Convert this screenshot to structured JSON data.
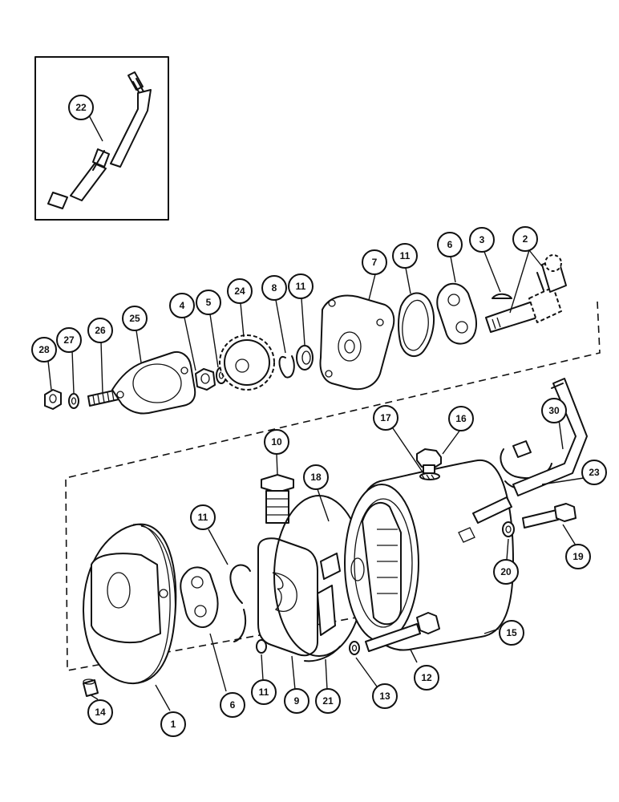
{
  "callouts": [
    {
      "id": "c22a",
      "label": "22"
    },
    {
      "id": "c28",
      "label": "28"
    },
    {
      "id": "c27",
      "label": "27"
    },
    {
      "id": "c26",
      "label": "26"
    },
    {
      "id": "c25",
      "label": "25"
    },
    {
      "id": "c4",
      "label": "4"
    },
    {
      "id": "c5",
      "label": "5"
    },
    {
      "id": "c24",
      "label": "24"
    },
    {
      "id": "c8",
      "label": "8"
    },
    {
      "id": "c11a",
      "label": "11"
    },
    {
      "id": "c7",
      "label": "7"
    },
    {
      "id": "c11b",
      "label": "11"
    },
    {
      "id": "c6a",
      "label": "6"
    },
    {
      "id": "c3",
      "label": "3"
    },
    {
      "id": "c2",
      "label": "2"
    },
    {
      "id": "c10",
      "label": "10"
    },
    {
      "id": "c18",
      "label": "18"
    },
    {
      "id": "c17",
      "label": "17"
    },
    {
      "id": "c16",
      "label": "16"
    },
    {
      "id": "c30",
      "label": "30"
    },
    {
      "id": "c23",
      "label": "23"
    },
    {
      "id": "c11c",
      "label": "11"
    },
    {
      "id": "c19",
      "label": "19"
    },
    {
      "id": "c20",
      "label": "20"
    },
    {
      "id": "c15",
      "label": "15"
    },
    {
      "id": "c12",
      "label": "12"
    },
    {
      "id": "c13",
      "label": "13"
    },
    {
      "id": "c21",
      "label": "21"
    },
    {
      "id": "c9",
      "label": "9"
    },
    {
      "id": "c11d",
      "label": "11"
    },
    {
      "id": "c6b",
      "label": "6"
    },
    {
      "id": "c1",
      "label": "1"
    },
    {
      "id": "c14",
      "label": "14"
    }
  ]
}
